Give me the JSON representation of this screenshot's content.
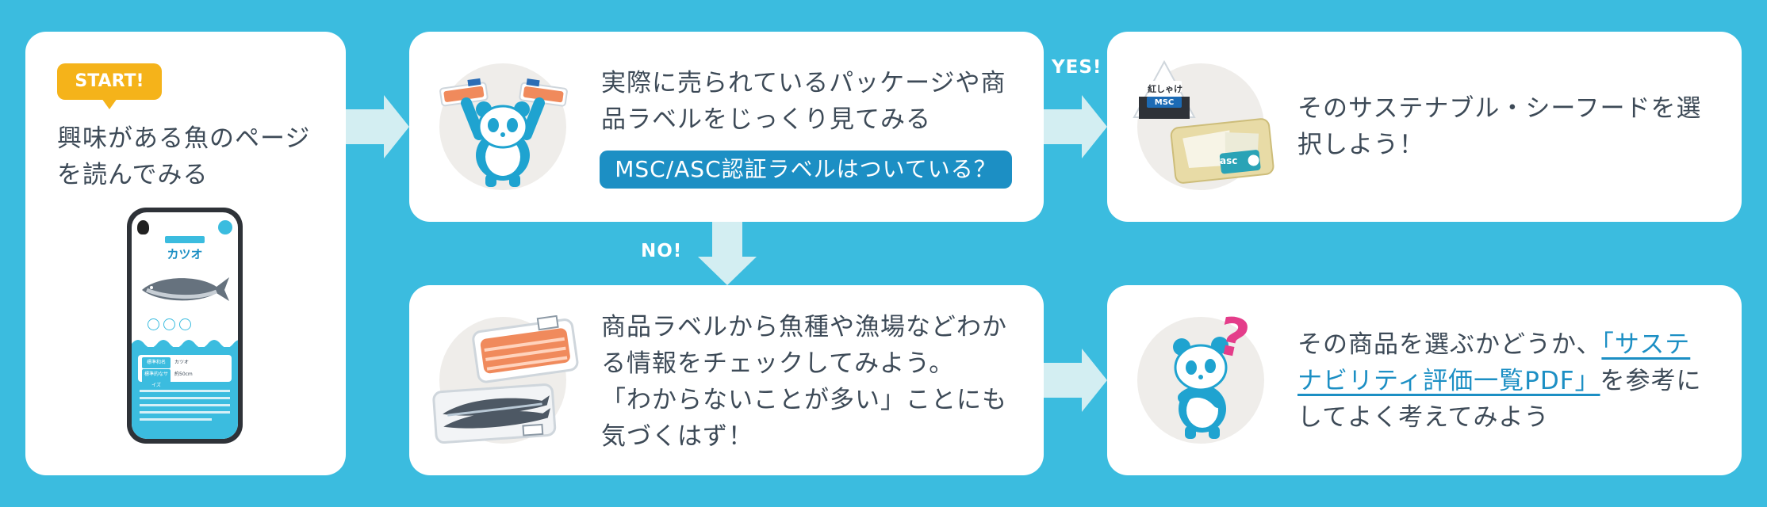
{
  "start": {
    "badge": "START!",
    "text_line1": "興味がある魚のページ",
    "text_line2": "を読んでみる",
    "phone": {
      "tag": "",
      "fish_name": "カツオ",
      "info_label1": "標準和名",
      "info_value1": "カツオ",
      "info_label2": "標準的なサイズ",
      "info_value2": "約50cm"
    }
  },
  "step_package": {
    "line1": "実際に売られているパッケージや商",
    "line2": "品ラベルをじっくり見てみる",
    "question": "MSC/ASC認証ラベルはついている？"
  },
  "yes_label": "YES!",
  "no_label": "NO!",
  "step_yes": {
    "line1": "そのサステナブル・シーフードを選",
    "line2": "択しよう！",
    "label_benishake": "紅しゃけ",
    "label_msc": "MSC",
    "label_asc": "asc"
  },
  "step_no": {
    "line1": "商品ラベルから魚種や漁場などわか",
    "line2": "る情報をチェックしてみよう。",
    "line3": "「わからないことが多い」ことにも",
    "line4": "気づくはず！"
  },
  "step_consider": {
    "line1_prefix": "その商品を選ぶかどうか、",
    "link_part1": "「サステ",
    "link_part2": "ナビリティ評価一覧PDF」",
    "line2_suffix": "を参考に",
    "line3": "してよく考えてみよう",
    "question_mark": "?"
  },
  "colors": {
    "background": "#3bbcdf",
    "card": "#ffffff",
    "accent_blue": "#1c8fc4",
    "start_yellow": "#f5b31a",
    "arrow": "#d3eef2",
    "question_pink": "#e43d8a"
  }
}
